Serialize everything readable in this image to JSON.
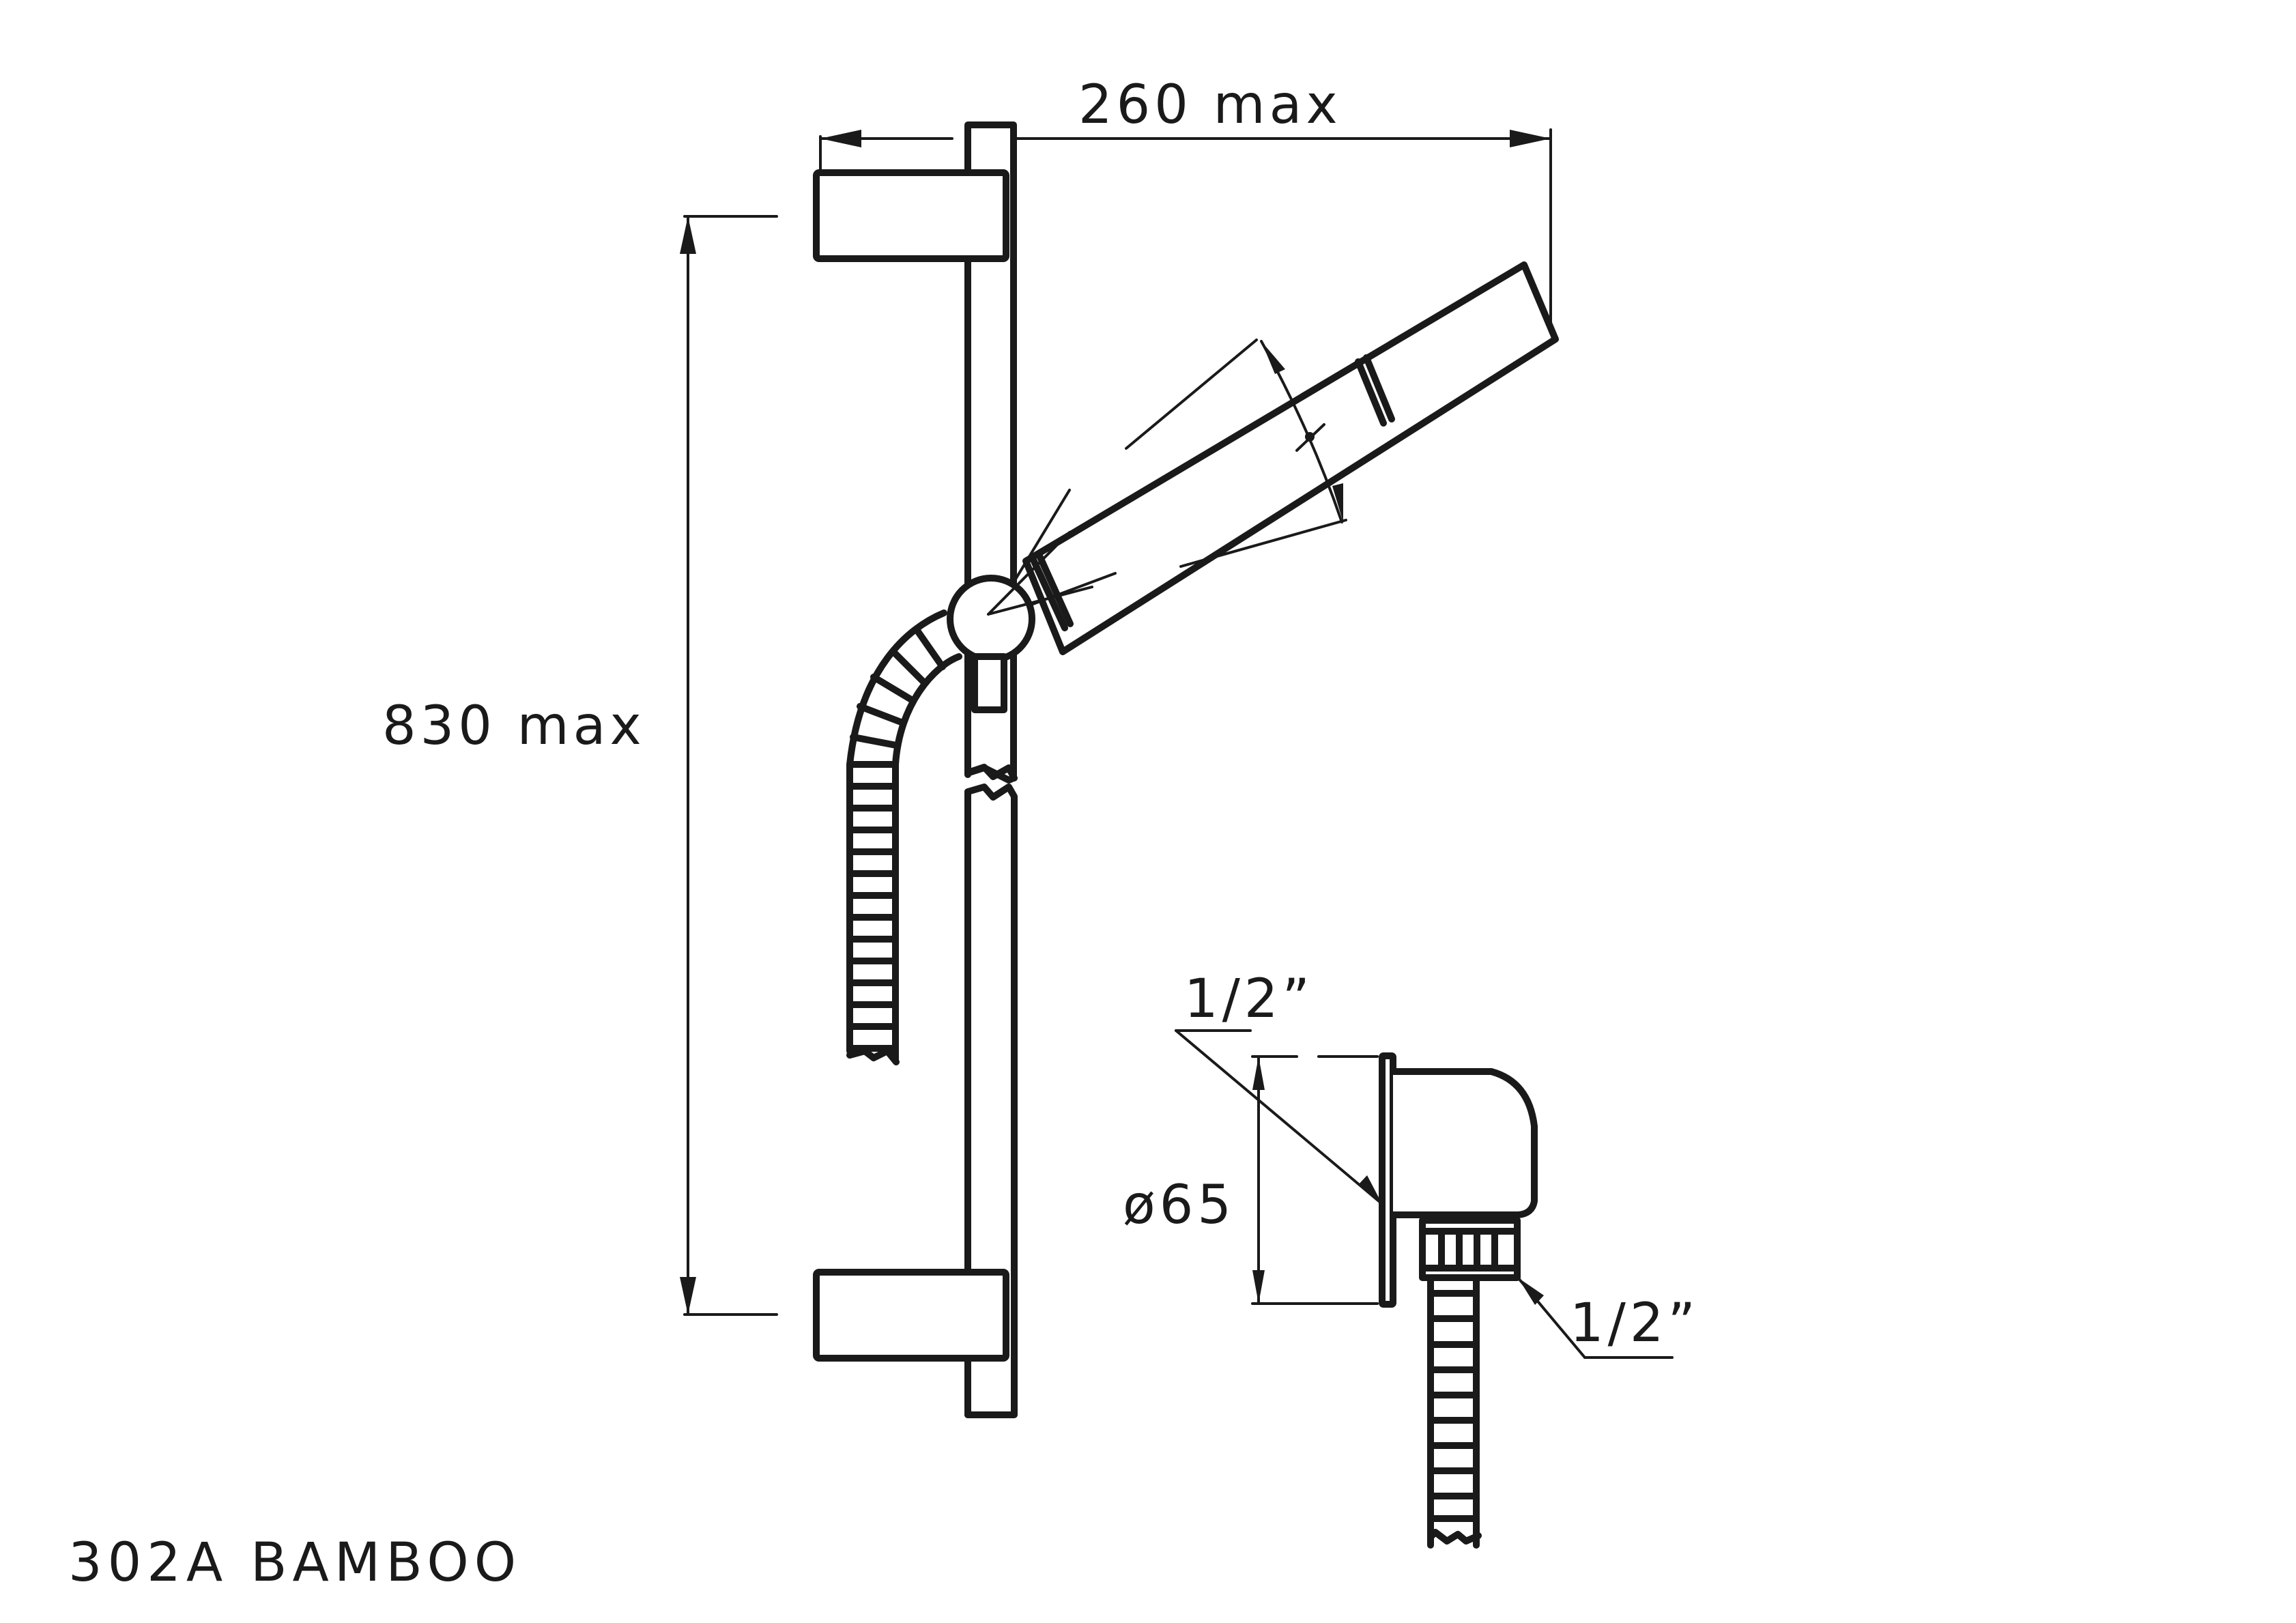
{
  "drawing": {
    "product_code": "302A",
    "product_name": "BAMBOO",
    "title": "302A  BAMBOO",
    "line_color": "#1a1a1a",
    "background": "#ffffff"
  },
  "dimensions": {
    "width_label": "260  max",
    "height_label": "830  max",
    "outlet_diameter_label": "ø65",
    "outlet_thread_top_label": "1/2”",
    "outlet_thread_bottom_label": "1/2”"
  },
  "components": [
    {
      "name": "slide-rail",
      "description": "vertical slide bar with break symbol"
    },
    {
      "name": "wall-bracket-top"
    },
    {
      "name": "wall-bracket-bottom"
    },
    {
      "name": "slider-holder",
      "description": "ball joint holder"
    },
    {
      "name": "hand-shower",
      "description": "angled hand shower with swivel arc"
    },
    {
      "name": "shower-hose",
      "description": "flexible hose"
    },
    {
      "name": "wall-outlet-elbow",
      "description": "wall connection elbow with flange"
    }
  ]
}
